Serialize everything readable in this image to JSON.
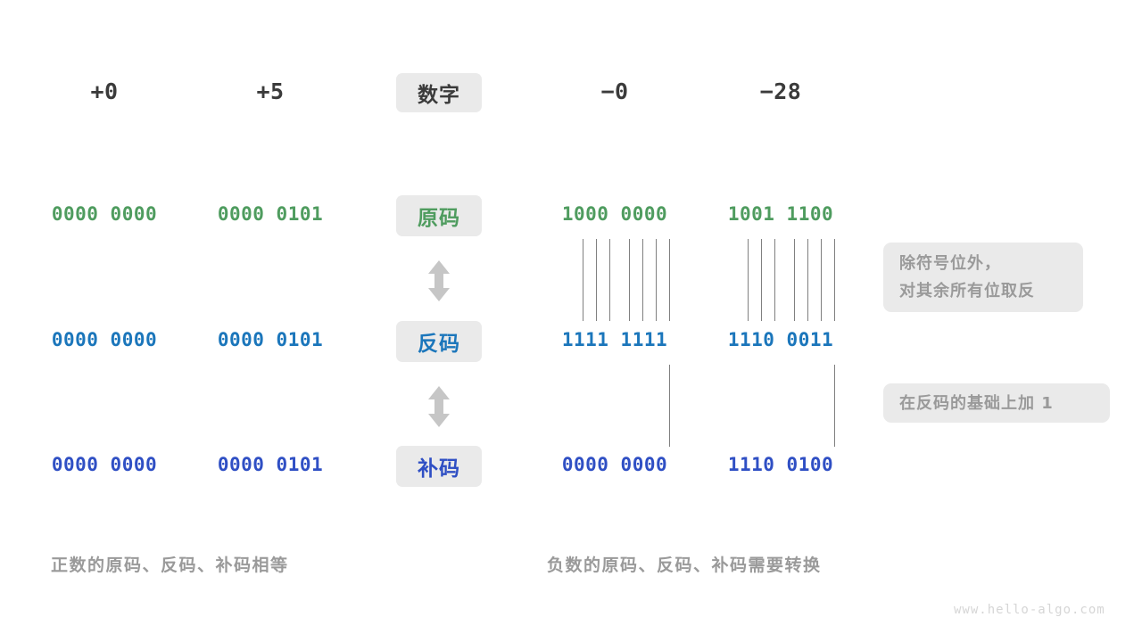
{
  "page": {
    "background": "#ffffff",
    "watermark": "www.hello-algo.com"
  },
  "colors": {
    "header_text": "#3b3b3b",
    "sign_magnitude": "#4f9c5f",
    "ones_complement": "#1b76bb",
    "twos_complement": "#2f4fc4",
    "badge_bg": "#eaeaea",
    "note_text": "#9a9a9a",
    "caption_text": "#9a9a9a",
    "line": "#808080",
    "arrow": "#c6c6c6"
  },
  "header": {
    "label": "数字",
    "left_values": [
      "+0",
      "+5"
    ],
    "right_values": [
      "−0",
      "−28"
    ]
  },
  "rows": [
    {
      "label": "原码",
      "color_key": "sign_magnitude",
      "left_values": [
        "0000 0000",
        "0000 0101"
      ],
      "right_values": [
        "1000 0000",
        "1001 1100"
      ]
    },
    {
      "label": "反码",
      "color_key": "ones_complement",
      "left_values": [
        "0000 0000",
        "0000 0101"
      ],
      "right_values": [
        "1111 1111",
        "1110 0011"
      ]
    },
    {
      "label": "补码",
      "color_key": "twos_complement",
      "left_values": [
        "0000 0000",
        "0000 0101"
      ],
      "right_values": [
        "0000 0000",
        "1110 0100"
      ]
    }
  ],
  "notes": [
    {
      "lines": [
        "除符号位外，",
        "对其余所有位取反"
      ]
    },
    {
      "lines": [
        "在反码的基础上加 1"
      ]
    }
  ],
  "captions": {
    "left": "正数的原码、反码、补码相等",
    "right": "负数的原码、反码、补码需要转换"
  },
  "icons": {
    "up_down_arrow": "up-down-arrow-icon"
  }
}
